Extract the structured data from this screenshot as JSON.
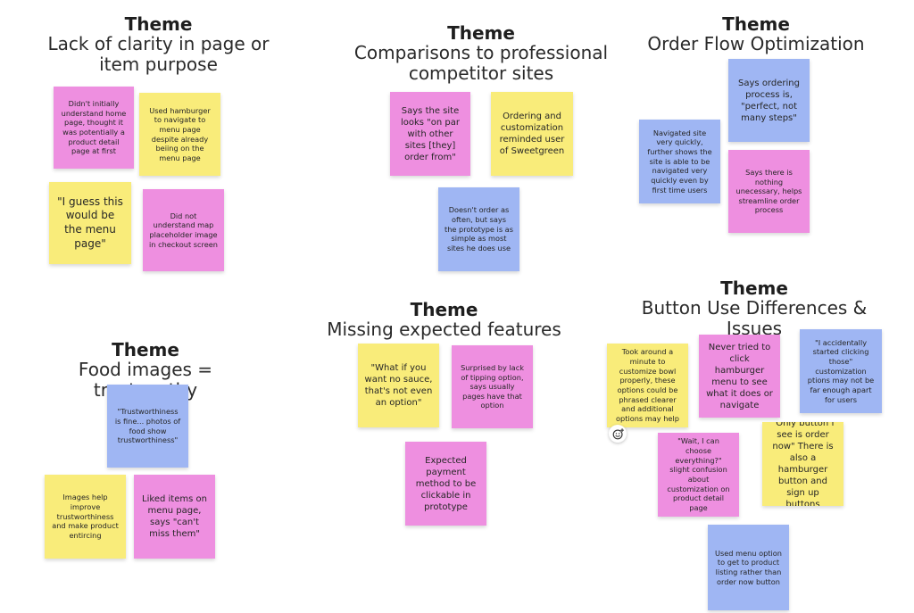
{
  "themes": [
    {
      "label": "Theme",
      "title": "Lack of clarity in page or item purpose"
    },
    {
      "label": "Theme",
      "title": "Comparisons to professional competitor sites"
    },
    {
      "label": "Theme",
      "title": "Order Flow Optimization"
    },
    {
      "label": "Theme",
      "title": "Food images = trustworthy"
    },
    {
      "label": "Theme",
      "title": "Missing expected features"
    },
    {
      "label": "Theme",
      "title": "Button Use Differences & Issues"
    }
  ],
  "notes": [
    {
      "text": "Didn't initially understand home page, thought it was potentially a product detail page at first",
      "color": "pink"
    },
    {
      "text": "Used hamburger to navigate to menu page despite already beiing on the menu page",
      "color": "yellow"
    },
    {
      "text": "\"I guess this would be the menu page\"",
      "color": "yellow"
    },
    {
      "text": "Did not understand map placeholder image in checkout screen",
      "color": "pink"
    },
    {
      "text": "Says the site looks \"on par with other sites [they] order from\"",
      "color": "pink"
    },
    {
      "text": "Ordering and customization reminded user of Sweetgreen",
      "color": "yellow"
    },
    {
      "text": "Doesn't order as often, but says the prototype is as simple as most sites he does use",
      "color": "blue"
    },
    {
      "text": "Navigated site very quickly, further shows the site is able to be navigated very quickly even by first time users",
      "color": "blue"
    },
    {
      "text": "Says ordering process is, \"perfect, not many steps\"",
      "color": "blue"
    },
    {
      "text": "Says there is nothing unecessary, helps streamline order process",
      "color": "pink"
    },
    {
      "text": "\"Trustworthiness is fine... photos of food show trustworthiness\"",
      "color": "blue"
    },
    {
      "text": "Images help improve trustworthiness and make product entircing",
      "color": "yellow"
    },
    {
      "text": "Liked items on menu page, says \"can't miss them\"",
      "color": "pink"
    },
    {
      "text": "\"What if you want no sauce, that's not even an option\"",
      "color": "yellow"
    },
    {
      "text": "Surprised by lack of tipping option, says usually pages have that option",
      "color": "pink"
    },
    {
      "text": "Expected payment method to be clickable in prototype",
      "color": "pink"
    },
    {
      "text": "Took around a minute to customize bowl properly, these options could be phrased clearer and additional options may help",
      "color": "yellow"
    },
    {
      "text": "Never tried to click hamburger menu to see what it does or navigate",
      "color": "pink"
    },
    {
      "text": "\"I accidentally started clicking those\" customization ptions may not be far enough apart for users",
      "color": "blue"
    },
    {
      "text": "\"Wait, I can choose everything?\" slight confusion about customization on product detail page",
      "color": "pink"
    },
    {
      "text": "\"Only button I see is order now\" There is also a hamburger button and sign up buttons",
      "color": "yellow"
    },
    {
      "text": "Used menu option to get to product listing rather than order now button",
      "color": "blue"
    }
  ],
  "colors": {
    "pink": "#ee8fe0",
    "yellow": "#f9ec7a",
    "blue": "#9fb6f3"
  },
  "icons": {
    "reaction": "add-reaction-icon"
  }
}
